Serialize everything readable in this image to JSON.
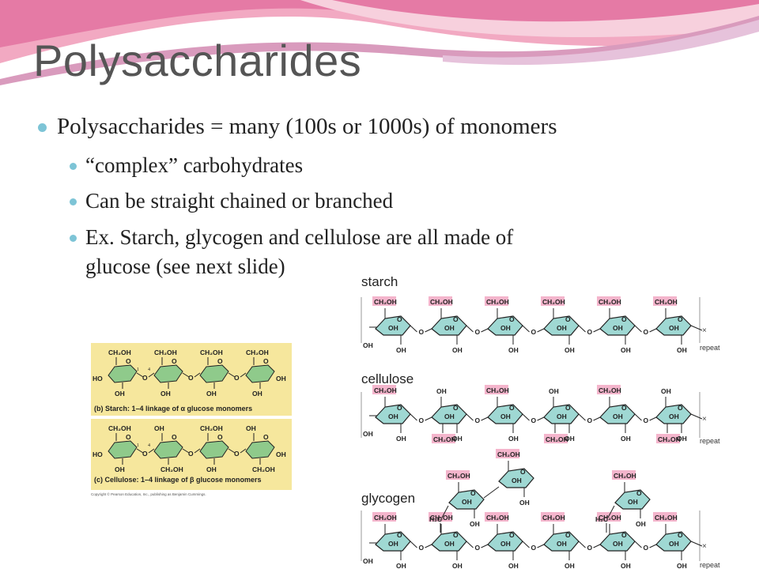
{
  "slide": {
    "title": "Polysaccharides",
    "bullets": [
      "Polysaccharides = many (100s or 1000s) of monomers",
      "“complex” carbohydrates",
      "Can be straight chained or branched",
      "Ex. Starch, glycogen and cellulose are all made of",
      "glucose (see next slide)"
    ]
  },
  "figure_left": {
    "group_label": "CH₂OH",
    "ho": "HO",
    "oh": "OH",
    "o": "O",
    "num1": "1",
    "num4": "4",
    "starch_caption": "(b) Starch: 1–4 linkage of α glucose monomers",
    "cellulose_caption": "(c) Cellulose: 1–4 linkage of β glucose monomers",
    "copyright": "Copyright © Pearson Education, Inc., publishing as Benjamin Cummings."
  },
  "figure_right": {
    "starch_label": "starch",
    "cellulose_label": "cellulose",
    "glycogen_label": "glycogen",
    "repeat_label": "repeat",
    "group_label": "CH₂OH",
    "h2c": "H₂C",
    "oh": "OH",
    "ho": "HO",
    "o": "O",
    "colors": {
      "ring": "#9fd8d3",
      "group_box": "#f4b5cc",
      "panel": "#f6e79d",
      "green_ring": "#8fca8b"
    }
  }
}
